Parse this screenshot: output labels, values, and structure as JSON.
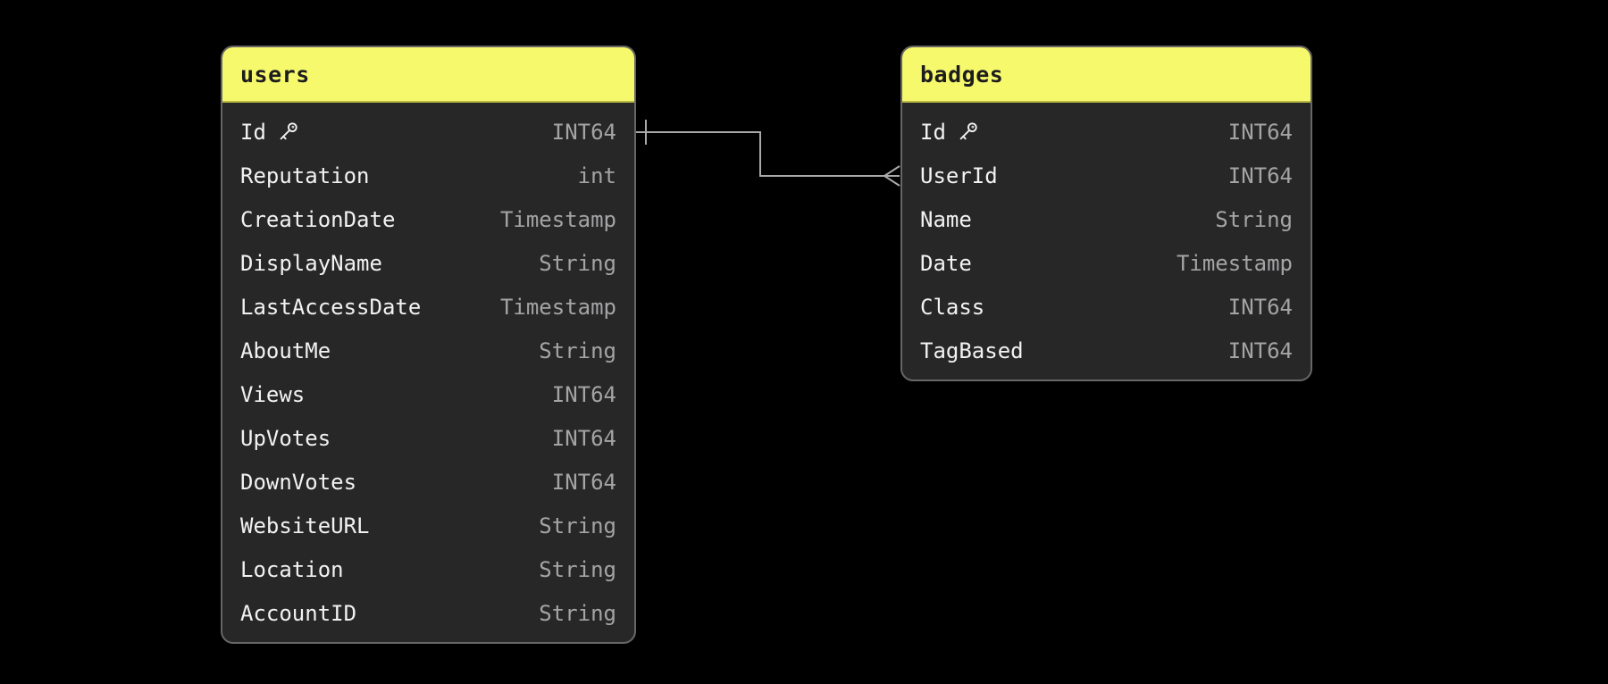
{
  "diagram": {
    "colors": {
      "canvas_bg": "#000000",
      "table_bg": "#272727",
      "table_border": "#666666",
      "header_bg": "#f7f96d",
      "header_edge": "#b7b944",
      "header_text": "#1d1d1d",
      "field_text": "#f2f2f2",
      "type_text": "#a4a4a6",
      "line_color": "#a9a9a9"
    },
    "tables": [
      {
        "title": "users",
        "fields": [
          {
            "name": "Id",
            "type": "INT64",
            "key": true
          },
          {
            "name": "Reputation",
            "type": "int",
            "key": false
          },
          {
            "name": "CreationDate",
            "type": "Timestamp",
            "key": false
          },
          {
            "name": "DisplayName",
            "type": "String",
            "key": false
          },
          {
            "name": "LastAccessDate",
            "type": "Timestamp",
            "key": false
          },
          {
            "name": "AboutMe",
            "type": "String",
            "key": false
          },
          {
            "name": "Views",
            "type": "INT64",
            "key": false
          },
          {
            "name": "UpVotes",
            "type": "INT64",
            "key": false
          },
          {
            "name": "DownVotes",
            "type": "INT64",
            "key": false
          },
          {
            "name": "WebsiteURL",
            "type": "String",
            "key": false
          },
          {
            "name": "Location",
            "type": "String",
            "key": false
          },
          {
            "name": "AccountID",
            "type": "String",
            "key": false
          }
        ]
      },
      {
        "title": "badges",
        "fields": [
          {
            "name": "Id",
            "type": "INT64",
            "key": true
          },
          {
            "name": "UserId",
            "type": "INT64",
            "key": false
          },
          {
            "name": "Name",
            "type": "String",
            "key": false
          },
          {
            "name": "Date",
            "type": "Timestamp",
            "key": false
          },
          {
            "name": "Class",
            "type": "INT64",
            "key": false
          },
          {
            "name": "TagBased",
            "type": "INT64",
            "key": false
          }
        ]
      }
    ],
    "relationship": {
      "from": "users.Id",
      "to": "badges.UserId",
      "cardinality": "one-to-many"
    }
  }
}
